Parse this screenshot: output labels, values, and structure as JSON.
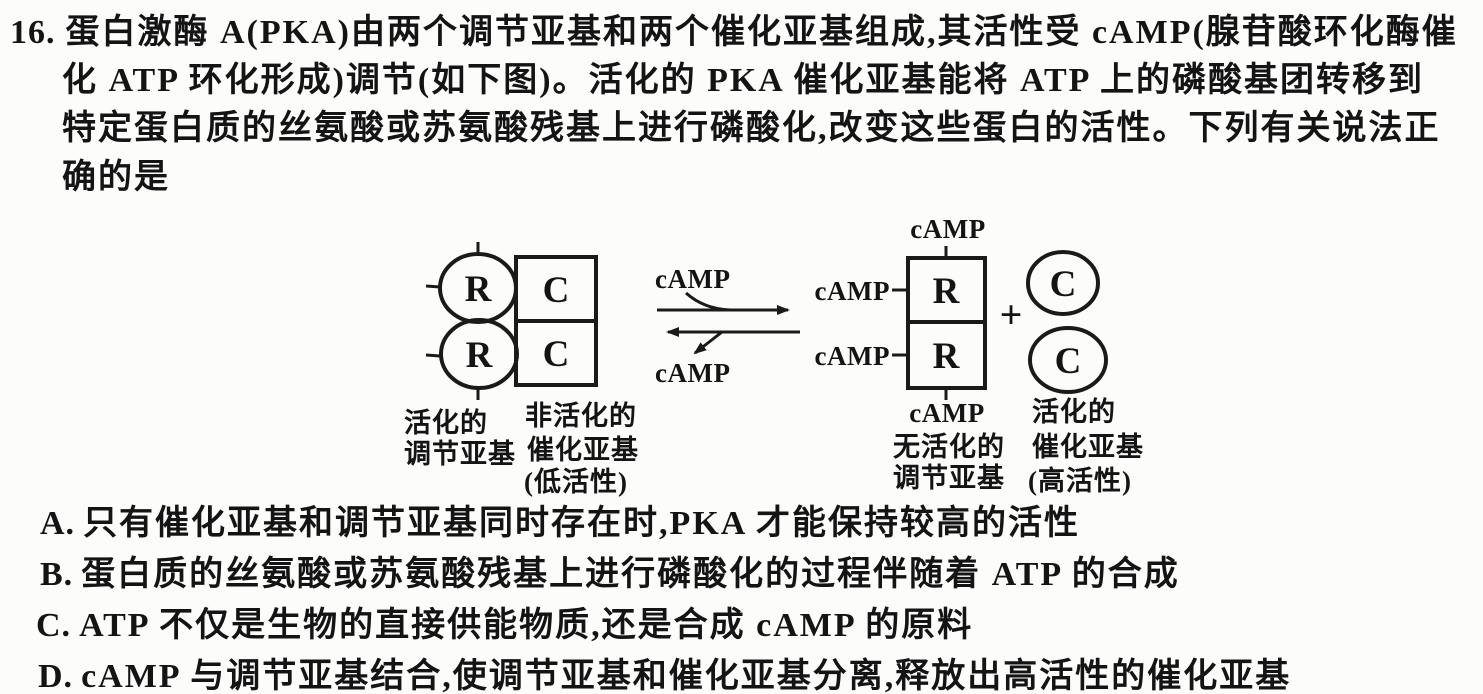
{
  "question": {
    "number": "16.",
    "lines": [
      "蛋白激酶 A(PKA)由两个调节亚基和两个催化亚基组成,其活性受 cAMP(腺苷酸环化酶催",
      "化 ATP 环化形成)调节(如下图)。活化的 PKA 催化亚基能将 ATP 上的磷酸基团转移到",
      "特定蛋白质的丝氨酸或苏氨酸残基上进行磷酸化,改变这些蛋白的活性。下列有关说法正",
      "确的是"
    ]
  },
  "diagram": {
    "left_complex": {
      "regulatory_letter": "R",
      "catalytic_letter": "C",
      "regulatory_caption": [
        "活化的",
        "调节亚基"
      ],
      "catalytic_caption": [
        "非活化的",
        "催化亚基",
        "(低活性)"
      ]
    },
    "reaction": {
      "forward_camp": "cAMP",
      "reverse_camp": "cAMP"
    },
    "right_complex": {
      "top_camp": "cAMP",
      "left_camp_upper": "cAMP",
      "left_camp_lower": "cAMP",
      "bottom_camp": "cAMP",
      "regulatory_letter": "R",
      "plus_sign": "+",
      "catalytic_letter": "C",
      "regulatory_caption": [
        "无活化的",
        "调节亚基"
      ],
      "catalytic_caption": [
        "活化的",
        "催化亚基",
        "(高活性)"
      ]
    }
  },
  "options": [
    {
      "label": "A.",
      "text": "只有催化亚基和调节亚基同时存在时,PKA 才能保持较高的活性"
    },
    {
      "label": "B.",
      "text": "蛋白质的丝氨酸或苏氨酸残基上进行磷酸化的过程伴随着 ATP 的合成"
    },
    {
      "label": "C.",
      "text": "ATP 不仅是生物的直接供能物质,还是合成 cAMP 的原料"
    },
    {
      "label": "D.",
      "text": "cAMP 与调节亚基结合,使调节亚基和催化亚基分离,释放出高活性的催化亚基"
    }
  ]
}
